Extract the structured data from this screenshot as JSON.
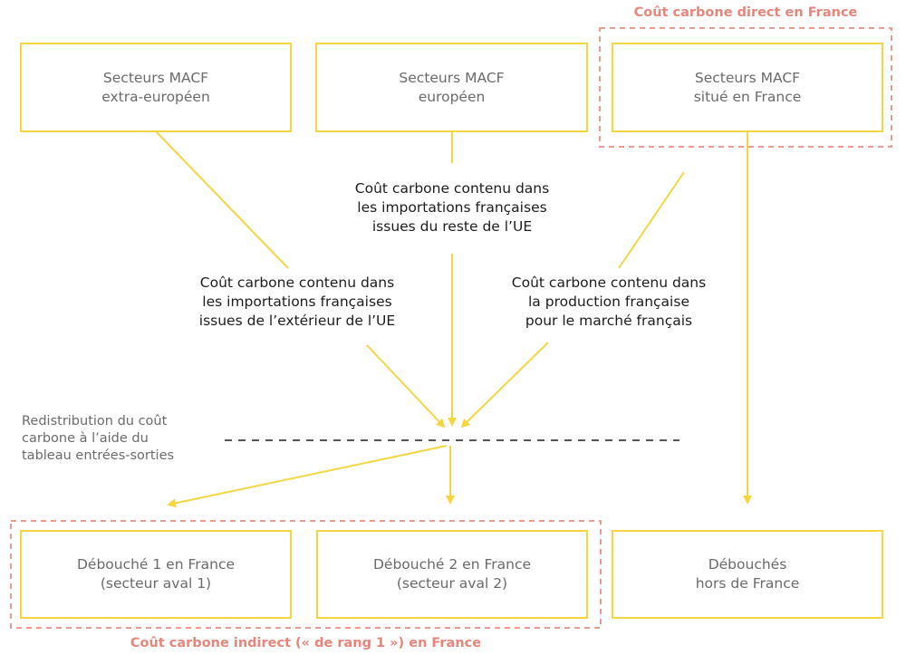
{
  "boxes": {
    "extra_eu": {
      "line1": "Secteurs MACF",
      "line2": "extra-européen"
    },
    "eu": {
      "line1": "Secteurs MACF",
      "line2": "européen"
    },
    "france": {
      "line1": "Secteurs MACF",
      "line2": "situé en France"
    },
    "debouche1": {
      "line1": "Débouché 1 en France",
      "line2": "(secteur aval 1)"
    },
    "debouche2": {
      "line1": "Débouché 2 en France",
      "line2": "(secteur aval 2)"
    },
    "hors_france": {
      "line1": "Débouchés",
      "line2": "hors de France"
    }
  },
  "flows": {
    "reste_ue": [
      "Coût carbone contenu dans",
      "les importations françaises",
      "issues du reste de l’UE"
    ],
    "exterieur_ue": [
      "Coût carbone contenu dans",
      "les importations françaises",
      "issues de l’extérieur de l’UE"
    ],
    "production_fr": [
      "Coût carbone contenu dans",
      "la production française",
      "pour le marché français"
    ]
  },
  "redistribution": [
    "Redistribution du coût",
    "carbone à l’aide du",
    "tableau entrées-sorties"
  ],
  "groups": {
    "direct": "Coût carbone direct en France",
    "indirect": "Coût carbone indirect (« de rang 1 ») en France"
  },
  "colors": {
    "box_border": "#f5d640",
    "arrow": "#f5d640",
    "group_border": "#ec9b92",
    "group_label": "#e8857a",
    "dashed_line": "#555555"
  }
}
